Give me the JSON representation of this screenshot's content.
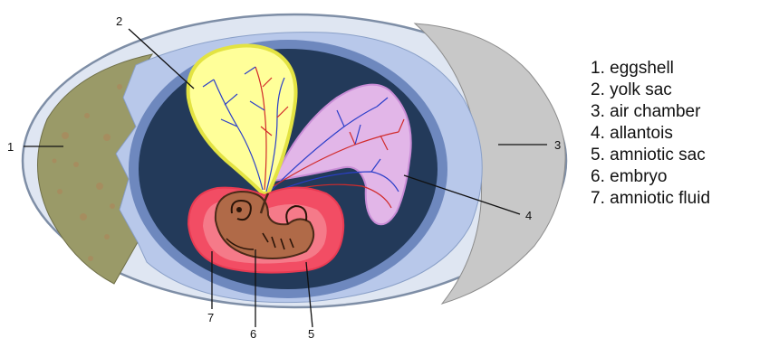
{
  "diagram": {
    "callouts": [
      "1",
      "2",
      "3",
      "4",
      "5",
      "6",
      "7"
    ]
  },
  "legend": {
    "items": [
      "1. eggshell",
      "2. yolk sac",
      "3. air chamber",
      "4. allantois",
      "5. amniotic sac",
      "6. embryo",
      "7. amniotic fluid"
    ]
  },
  "colors": {
    "shell_outline": "#7e8ea6",
    "shell_bg": "#dfe6f2",
    "air_chamber": "#c8c8c8",
    "eggshell_patch": "#9a9a68",
    "membrane": "#b8c8ea",
    "albumen_ring": "#6e88be",
    "interior": "#233a5a",
    "yolk_sac": "#ffff99",
    "allantois": "#e2b6e8",
    "amniotic_sac": "#f24d64",
    "embryo": "#b06a48"
  }
}
